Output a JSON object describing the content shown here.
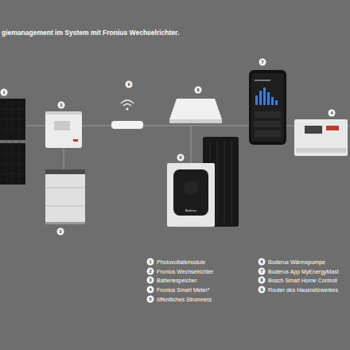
{
  "diagram": {
    "title": "giemanagement im System mit Fronius Wechselrichter.",
    "labels": [
      "1",
      "2",
      "3",
      "9",
      "8",
      "7",
      "4",
      "6",
      "Buderus",
      "1",
      "2",
      "3",
      "4",
      "5",
      "6",
      "7",
      "8",
      "9"
    ],
    "legend": [
      {
        "text": "Photovoltaikmodule"
      },
      {
        "text": "Fronius Wechselrichter"
      },
      {
        "text": "Batteriespeicher"
      },
      {
        "text": "Fronius Smart Meter*"
      },
      {
        "text": "öffentliches Stromnetz"
      },
      {
        "text": "Buderus Wärmepumpe"
      },
      {
        "text": "Buderus App MyEnergyMast"
      },
      {
        "text": "Bosch Smart Home Controll"
      },
      {
        "text": "Router des Hausnetzwerkes"
      }
    ]
  }
}
